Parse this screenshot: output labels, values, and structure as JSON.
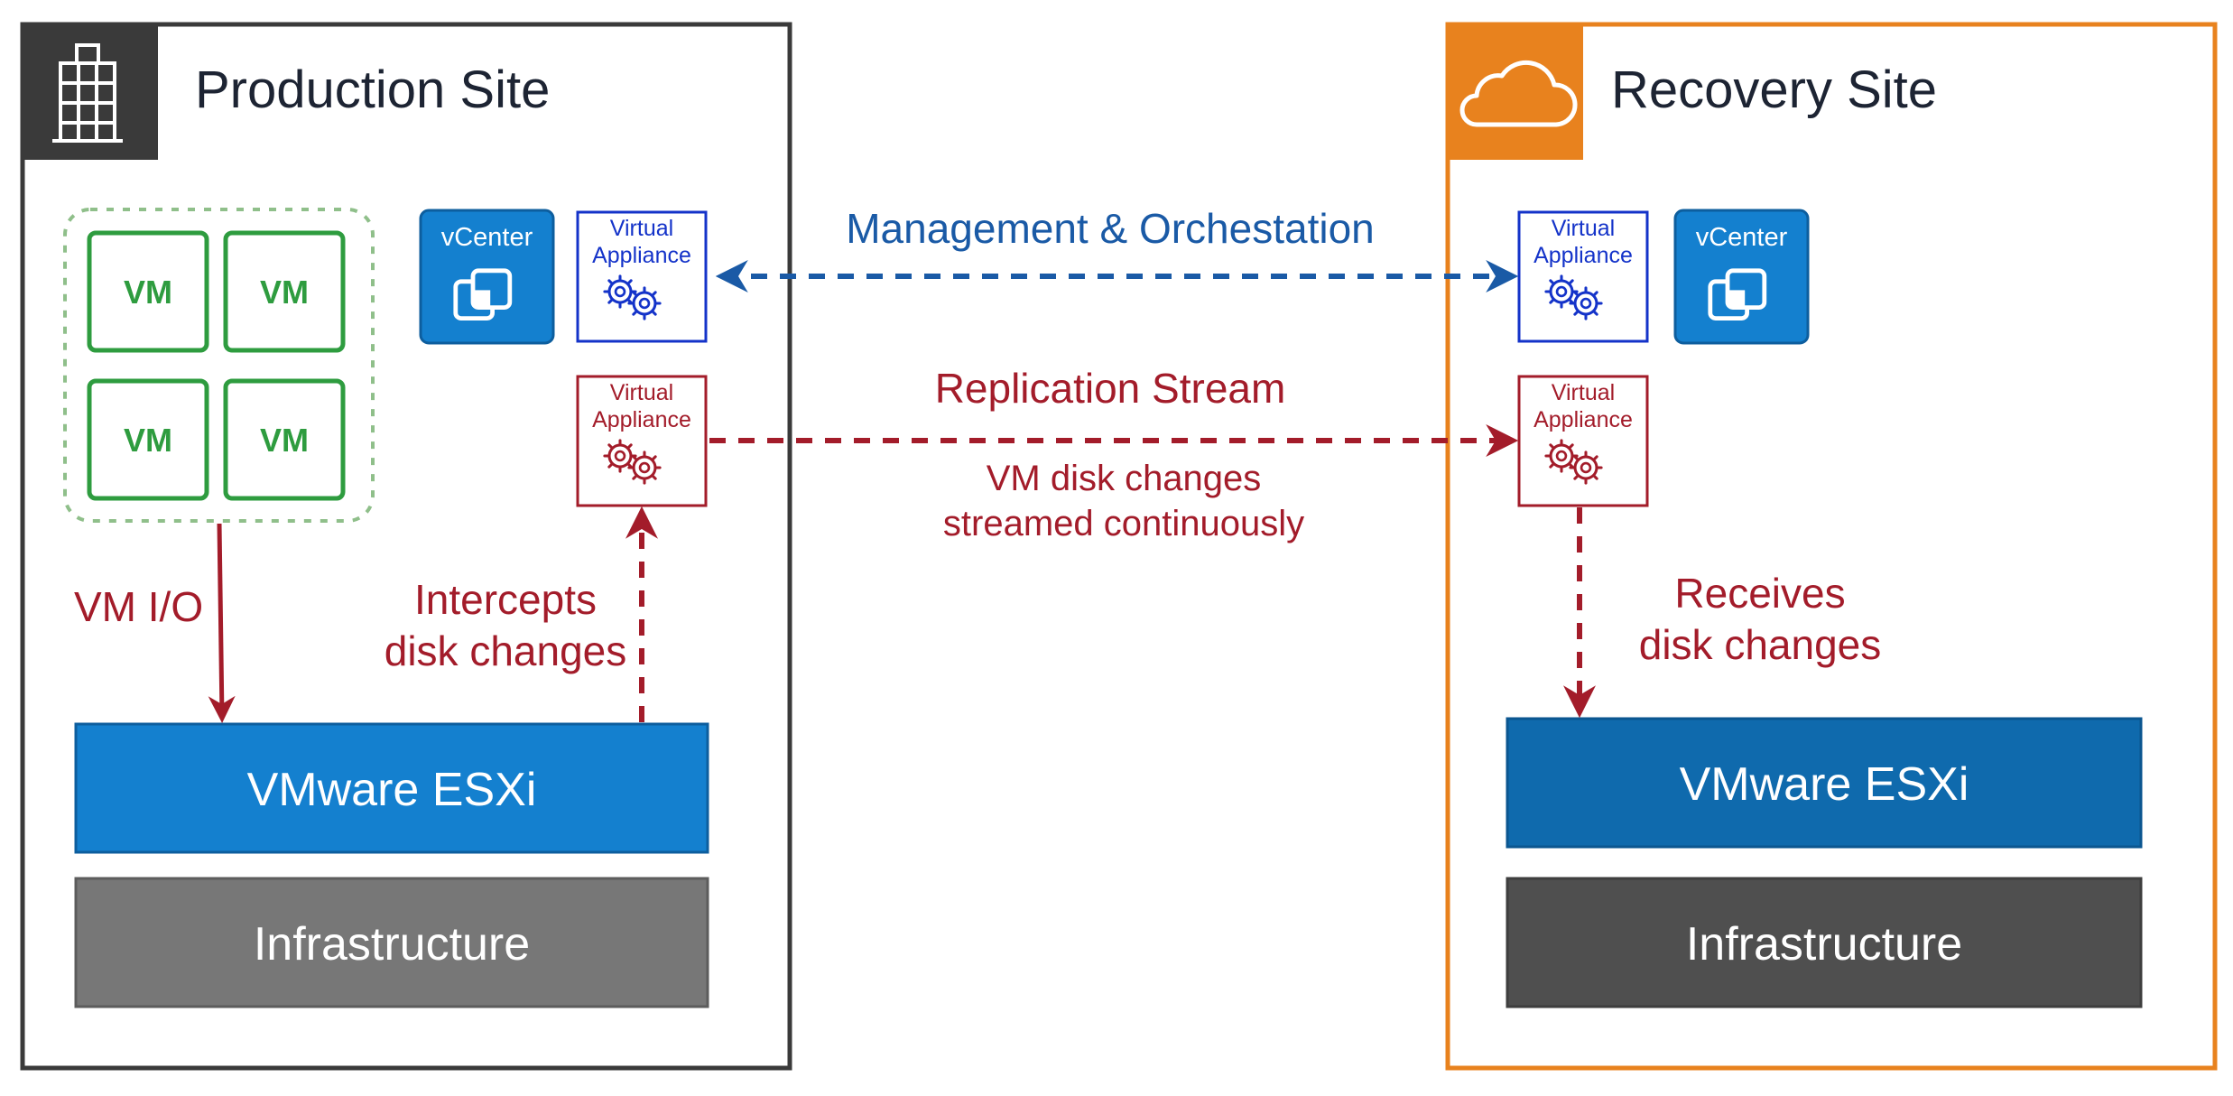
{
  "production_site": {
    "title": "Production Site",
    "icon": "building-icon",
    "vms": [
      "VM",
      "VM",
      "VM",
      "VM"
    ],
    "vcenter_label": "vCenter",
    "mgmt_appliance_label": [
      "Virtual",
      "Appliance"
    ],
    "repl_appliance_label": [
      "Virtual",
      "Appliance"
    ],
    "hypervisor_label": "VMware ESXi",
    "infrastructure_label": "Infrastructure",
    "vm_io_label": "VM I/O",
    "intercepts_label": [
      "Intercepts",
      "disk changes"
    ]
  },
  "recovery_site": {
    "title": "Recovery Site",
    "icon": "cloud-icon",
    "vcenter_label": "vCenter",
    "mgmt_appliance_label": [
      "Virtual",
      "Appliance"
    ],
    "repl_appliance_label": [
      "Virtual",
      "Appliance"
    ],
    "hypervisor_label": "VMware ESXi",
    "infrastructure_label": "Infrastructure",
    "receives_label": [
      "Receives",
      "disk changes"
    ]
  },
  "links": {
    "management_label": "Management & Orchestation",
    "replication_label": "Replication Stream",
    "replication_note": [
      "VM disk changes",
      "streamed continuously"
    ]
  },
  "colors": {
    "production_border": "#3a3a3a",
    "recovery_border": "#e8821e",
    "management_link": "#1a5aa6",
    "replication_link": "#a31c2a",
    "vm_green": "#2e9c3f",
    "esxi_blue_production": "#1480cf",
    "esxi_blue_recovery": "#0f6aad",
    "infra_gray_production": "#777777",
    "infra_gray_recovery": "#4f4f4f"
  }
}
